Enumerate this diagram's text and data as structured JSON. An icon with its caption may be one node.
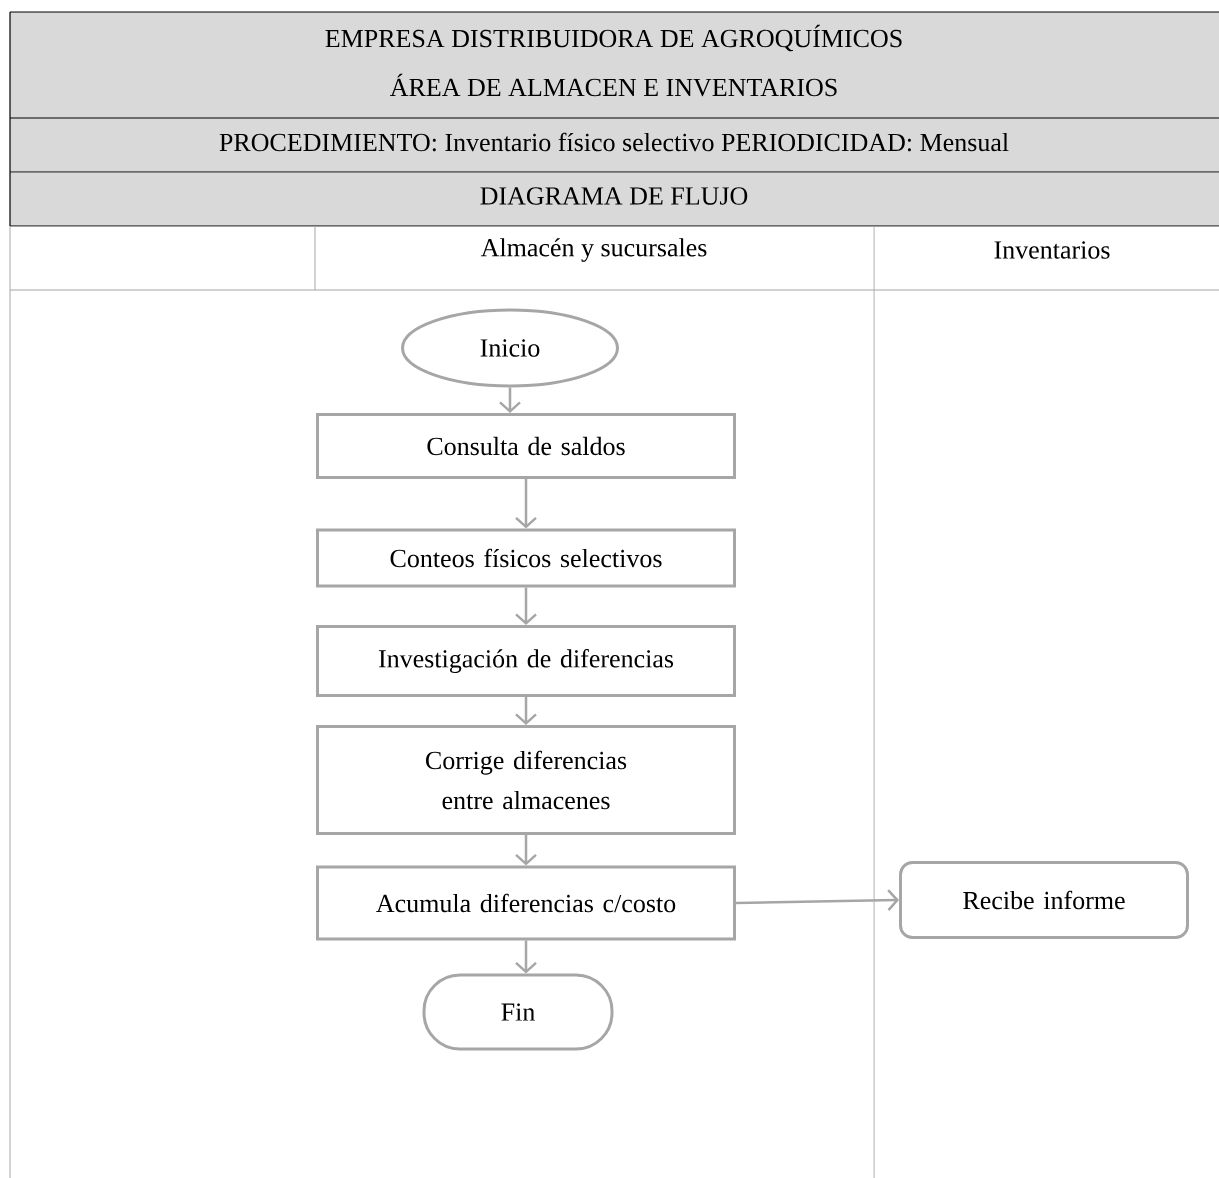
{
  "diagram": {
    "title": "EMPRESA DISTRIBUIDORA DE AGROQUÍMICOS",
    "nodes": [
      {
        "text": [
          "Inicio"
        ]
      },
      {
        "text": [
          "Consulta de saldos"
        ]
      },
      {
        "text": [
          "Conteos físicos selectivos"
        ]
      },
      {
        "text": [
          "Investigación de diferencias"
        ]
      },
      {
        "text": [
          "Corrige diferencias entre almacenes"
        ]
      },
      {
        "text": [
          "Acumula diferencias c/costo"
        ]
      },
      {
        "text": [
          "Fin"
        ]
      },
      {
        "text": [
          "Recibe informe"
        ]
      }
    ],
    "edges": [
      {
        "from": 0,
        "to": 1,
        "arrow": "to"
      },
      {
        "from": 1,
        "to": 2,
        "arrow": "to"
      },
      {
        "from": 2,
        "to": 3,
        "arrow": "to"
      },
      {
        "from": 3,
        "to": 4,
        "arrow": "to"
      },
      {
        "from": 4,
        "to": 5,
        "arrow": "to"
      },
      {
        "from": 5,
        "to": 6,
        "arrow": "to"
      },
      {
        "from": 5,
        "to": 7,
        "arrow": "to"
      }
    ],
    "labels": [
      "ÁREA DE ALMACEN E INVENTARIOS",
      "PROCEDIMIENTO: Inventario físico selectivo  PERIODICIDAD: Mensual",
      "DIAGRAMA DE FLUJO",
      "Almacén y sucursales",
      "Inventarios"
    ]
  }
}
